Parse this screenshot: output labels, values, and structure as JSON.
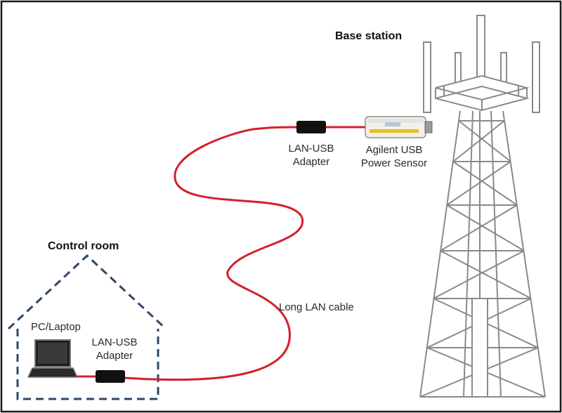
{
  "labels": {
    "base_station": "Base station",
    "control_room": "Control room",
    "pc_laptop": "PC/Laptop",
    "lan_usb_remote_line1": "LAN-USB",
    "lan_usb_remote_line2": "Adapter",
    "power_sensor_line1": "Agilent USB",
    "power_sensor_line2": "Power Sensor",
    "lan_usb_local_line1": "LAN-USB",
    "lan_usb_local_line2": "Adapter",
    "long_lan_cable": "Long LAN cable"
  },
  "colors": {
    "cable": "#d4202a",
    "room_outline": "#2d4868",
    "tower": "#8a8a8a",
    "adapter": "#111111",
    "sensor_accent": "#e8c020"
  }
}
